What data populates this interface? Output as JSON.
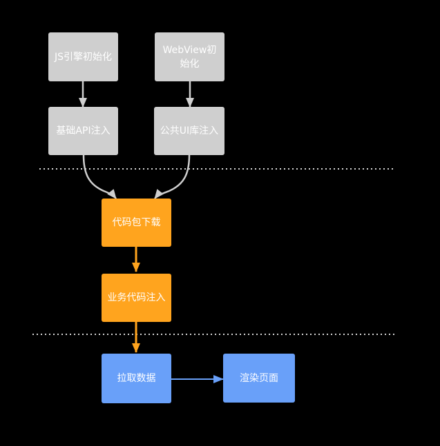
{
  "diagram": {
    "nodes": [
      {
        "id": "js-engine-init",
        "label": "JS引擎初始化",
        "stage": "environment",
        "color": "#cfcfcf"
      },
      {
        "id": "webview-init",
        "label": "WebView初始化",
        "stage": "environment",
        "color": "#cfcfcf"
      },
      {
        "id": "base-api-inject",
        "label": "基础API注入",
        "stage": "environment",
        "color": "#cfcfcf"
      },
      {
        "id": "ui-lib-inject",
        "label": "公共UI库注入",
        "stage": "environment",
        "color": "#cfcfcf"
      },
      {
        "id": "code-package-download",
        "label": "代码包下载",
        "stage": "code",
        "color": "#ffa41e"
      },
      {
        "id": "business-code-inject",
        "label": "业务代码注入",
        "stage": "code",
        "color": "#ffa41e"
      },
      {
        "id": "fetch-data",
        "label": "拉取数据",
        "stage": "render",
        "color": "#69a0f9"
      },
      {
        "id": "render-page",
        "label": "渲染页面",
        "stage": "render",
        "color": "#69a0f9"
      }
    ],
    "edges": [
      {
        "from": "js-engine-init",
        "to": "base-api-inject",
        "style": "straight",
        "color": "#cfcfcf"
      },
      {
        "from": "webview-init",
        "to": "ui-lib-inject",
        "style": "straight",
        "color": "#cfcfcf"
      },
      {
        "from": "base-api-inject",
        "to": "code-package-download",
        "style": "curved",
        "color": "#cfcfcf"
      },
      {
        "from": "ui-lib-inject",
        "to": "code-package-download",
        "style": "curved",
        "color": "#cfcfcf"
      },
      {
        "from": "code-package-download",
        "to": "business-code-inject",
        "style": "straight",
        "color": "#ffa41e"
      },
      {
        "from": "business-code-inject",
        "to": "fetch-data",
        "style": "straight",
        "color": "#ffa41e"
      },
      {
        "from": "fetch-data",
        "to": "render-page",
        "style": "straight",
        "color": "#69a0f9"
      }
    ],
    "dividers": [
      {
        "id": "divider-1",
        "style": "dotted"
      },
      {
        "id": "divider-2",
        "style": "dotted"
      }
    ],
    "colors": {
      "background": "#000000",
      "node_text": "#ffffff",
      "gray_stage": "#cfcfcf",
      "orange_stage": "#ffa41e",
      "blue_stage": "#69a0f9",
      "divider": "#d8d8d8"
    }
  }
}
